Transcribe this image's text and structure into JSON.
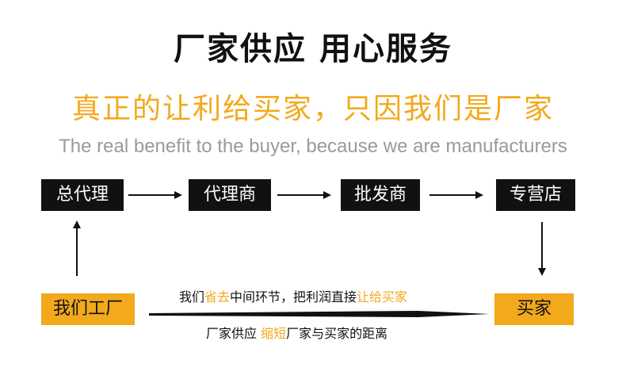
{
  "title": "厂家供应  用心服务",
  "subtitle": "真正的让利给买家，只因我们是厂家",
  "english": "The real benefit to the buyer, because we are manufacturers",
  "flow": {
    "general_agent": "总代理",
    "agent": "代理商",
    "wholesaler": "批发商",
    "store": "专营店",
    "factory": "我们工厂",
    "buyer": "买家"
  },
  "note_top": {
    "part1": "我们",
    "part2": "省去",
    "part3": "中间环节，把利润直接",
    "part4": "让给买家"
  },
  "note_bottom": {
    "part1": "厂家供应 ",
    "part2": "缩短",
    "part3": "厂家与买家的距离"
  },
  "colors": {
    "accent": "#f2a91c",
    "dark": "#111111"
  }
}
